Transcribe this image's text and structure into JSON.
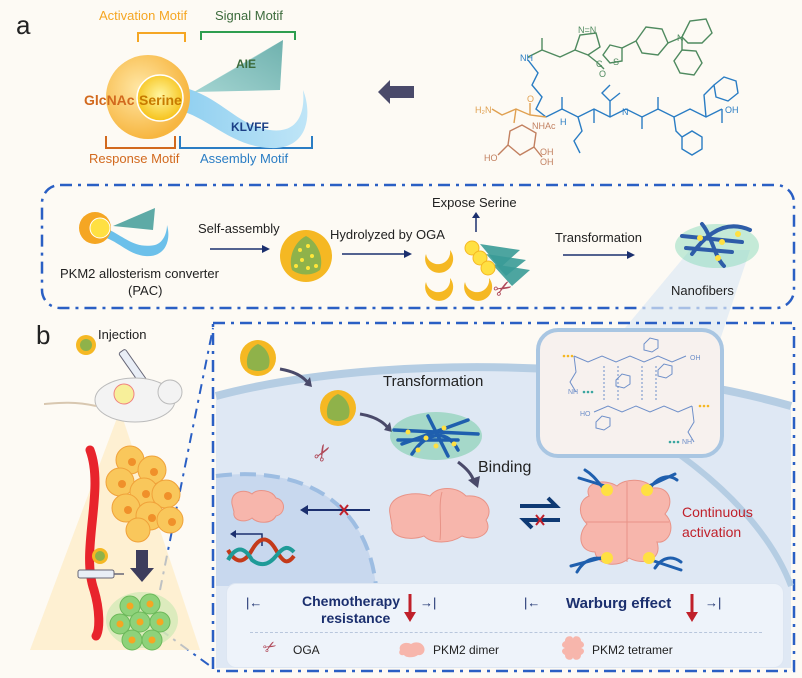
{
  "panel_a": {
    "label": "a",
    "motifs": {
      "activation": "Activation Motif",
      "signal": "Signal Motif",
      "response": "Response Motif",
      "assembly": "Assembly Motif"
    },
    "parts": {
      "glcnac": "GlcNAc",
      "serine": "Serine",
      "aie": "AIE",
      "klvff": "KLVFF"
    },
    "molecule": {
      "labels": [
        "H₂N",
        "O",
        "NHAc",
        "HO",
        "OH",
        "OH",
        "NH",
        "N=N",
        "N",
        "S",
        "C",
        "O",
        "OH",
        "H",
        "N"
      ]
    },
    "colors": {
      "activation": "#f5a623",
      "signal": "#2e9e4f",
      "response": "#d2691e",
      "assembly": "#2a7dc4",
      "glcnac": "#d2691e",
      "serine": "#c77a00",
      "aie": "#3c6b3c",
      "klvff": "#1b3f86"
    }
  },
  "process": {
    "pac_label_1": "PKM2 allosterism converter",
    "pac_label_2": "(PAC)",
    "self_assembly": "Self-assembly",
    "hydrolyzed": "Hydrolyzed by OGA",
    "expose_serine": "Expose Serine",
    "transformation": "Transformation",
    "nanofibers": "Nanofibers"
  },
  "panel_b": {
    "label": "b",
    "injection": "Injection",
    "transformation": "Transformation",
    "binding": "Binding",
    "continuous_1": "Continuous",
    "continuous_2": "activation",
    "effects": {
      "chemo_1": "Chemotherapy",
      "chemo_2": "resistance",
      "warburg": "Warburg effect"
    },
    "legend": {
      "oga": "OGA",
      "dimer": "PKM2 dimer",
      "tetramer": "PKM2 tetramer"
    },
    "bond_labels": {
      "oh": "OH",
      "ho": "HO",
      "nh": "NH"
    }
  }
}
